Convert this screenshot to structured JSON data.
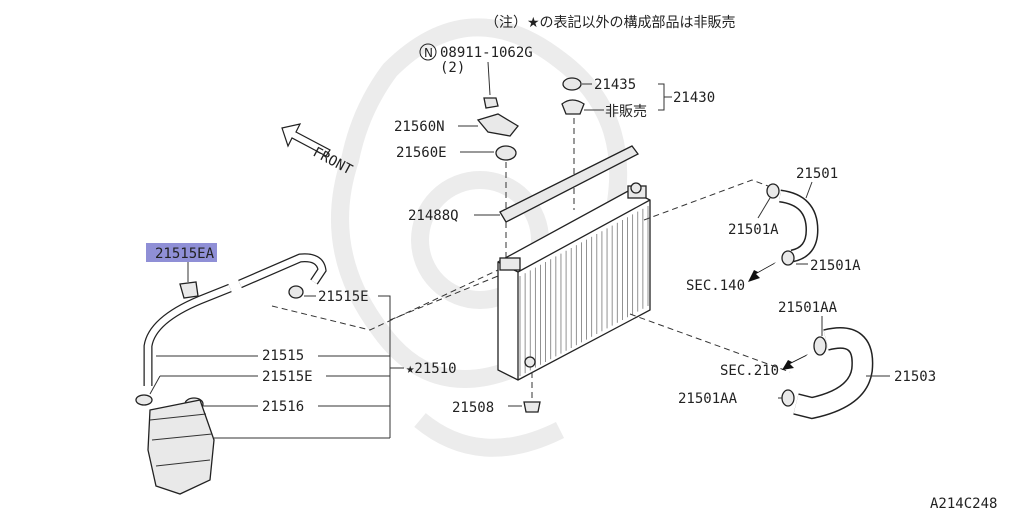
{
  "note": "（注）★の表記以外の構成部品は非販売",
  "nut_circle": "N",
  "parts": {
    "p08911": "08911-1062G",
    "p08911_qty": "(2)",
    "p21435": "21435",
    "p21430": "21430",
    "not_sold": "非販売",
    "p21560N": "21560N",
    "p21560E": "21560E",
    "front": "FRONT",
    "p21488Q": "21488Q",
    "p21501": "21501",
    "p21501A_top": "21501A",
    "p21501A_bot": "21501A",
    "sec140": "SEC.140",
    "p21515EA": "21515EA",
    "p21515E_top": "21515E",
    "p21515": "21515",
    "p21515E": "21515E",
    "p21516": "21516",
    "p21510": "★21510",
    "p21508": "21508",
    "p21501AA_top": "21501AA",
    "sec210": "SEC.210",
    "p21501AA_bot": "21501AA",
    "p21503": "21503"
  },
  "diagram_code": "A214C248",
  "highlight_color": "#8f8fd6"
}
